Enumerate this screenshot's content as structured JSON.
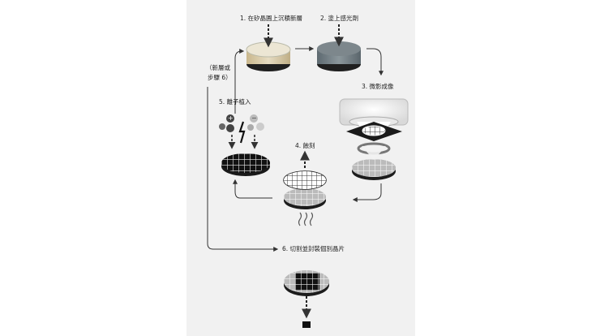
{
  "steps": {
    "s1": "1. 在矽晶圓上沉積新層",
    "s2": "2. 塗上感光劑",
    "s3": "3. 微影成像",
    "s4": "4. 蝕刻",
    "s5": "5. 離子植入",
    "s6": "6. 切割並封裝個別晶片"
  },
  "loop_label": {
    "line1": "（新層或",
    "line2": "步驟 6）"
  },
  "ion_signs": {
    "plus": "+",
    "minus": "−"
  }
}
